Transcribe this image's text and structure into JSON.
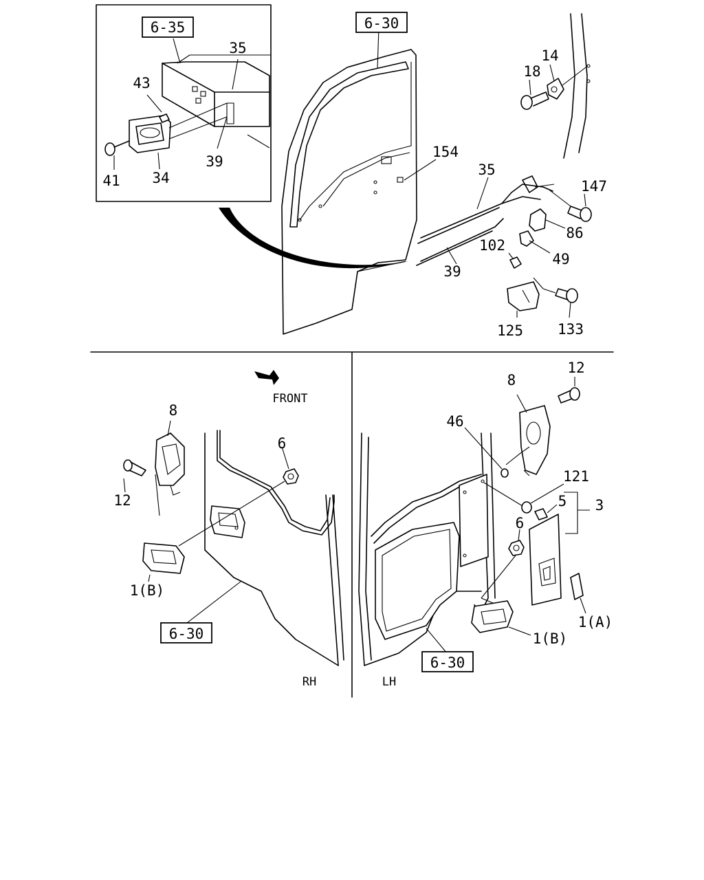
{
  "references": {
    "inset_ref": "6-35",
    "top_door_ref": "6-30",
    "rh_door_ref": "6-30",
    "lh_door_ref": "6-30"
  },
  "inset_labels": {
    "p35": "35",
    "p43": "43",
    "p41": "41",
    "p34": "34",
    "p39": "39"
  },
  "top_labels": {
    "p18": "18",
    "p14": "14",
    "p154": "154",
    "p35": "35",
    "p147": "147",
    "p86": "86",
    "p102": "102",
    "p49": "49",
    "p39": "39",
    "p125": "125",
    "p133": "133"
  },
  "rh_labels": {
    "p8": "8",
    "p12": "12",
    "p6": "6",
    "p1b": "1(B)"
  },
  "lh_labels": {
    "p8": "8",
    "p12": "12",
    "p46": "46",
    "p121": "121",
    "p5": "5",
    "p3": "3",
    "p6": "6",
    "p1b": "1(B)",
    "p1a": "1(A)"
  },
  "captions": {
    "front": "FRONT",
    "rh": "RH",
    "lh": "LH"
  }
}
